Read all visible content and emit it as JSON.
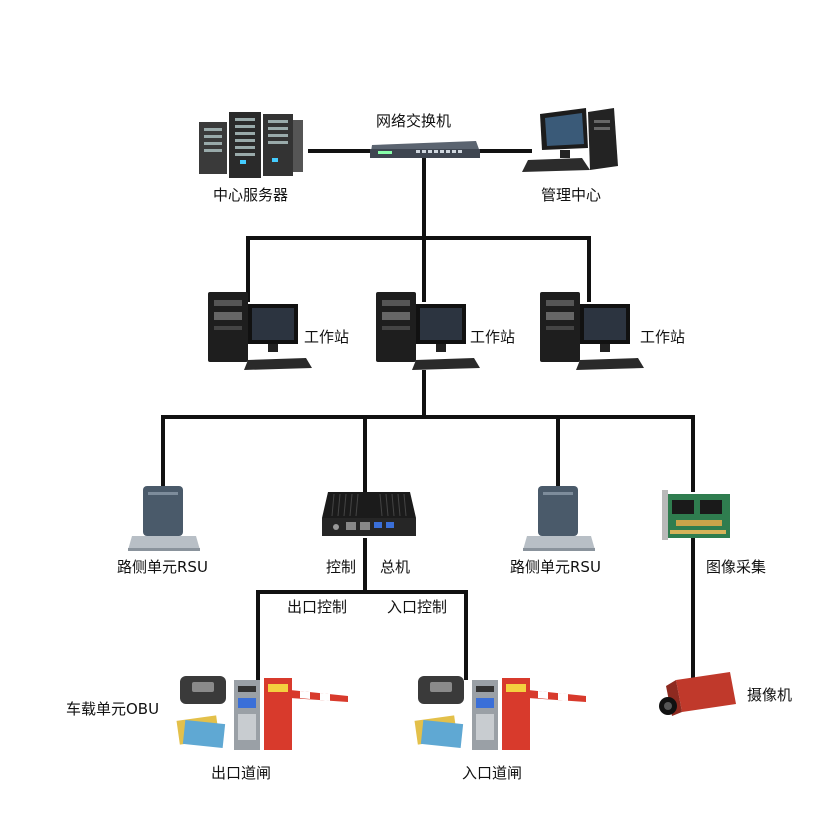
{
  "nodes": {
    "switch": "网络交换机",
    "server": "中心服务器",
    "management": "管理中心",
    "workstation_1": "工作站",
    "workstation_2": "工作站",
    "workstation_3": "工作站",
    "rsu_1": "路侧单元RSU",
    "controller_part1": "控制",
    "controller_part2": "总机",
    "rsu_2": "路侧单元RSU",
    "image_capture": "图像采集",
    "exit_control": "出口控制",
    "entry_control": "入口控制",
    "obu": "车载单元OBU",
    "camera": "摄像机",
    "exit_gate": "出口道闸",
    "entry_gate": "入口道闸"
  },
  "colors": {
    "line": "#111111",
    "label": "#111111",
    "device_dark": "#2b2b2b",
    "gate_red": "#d83a2c",
    "pcb_green": "#2f7d4f"
  }
}
